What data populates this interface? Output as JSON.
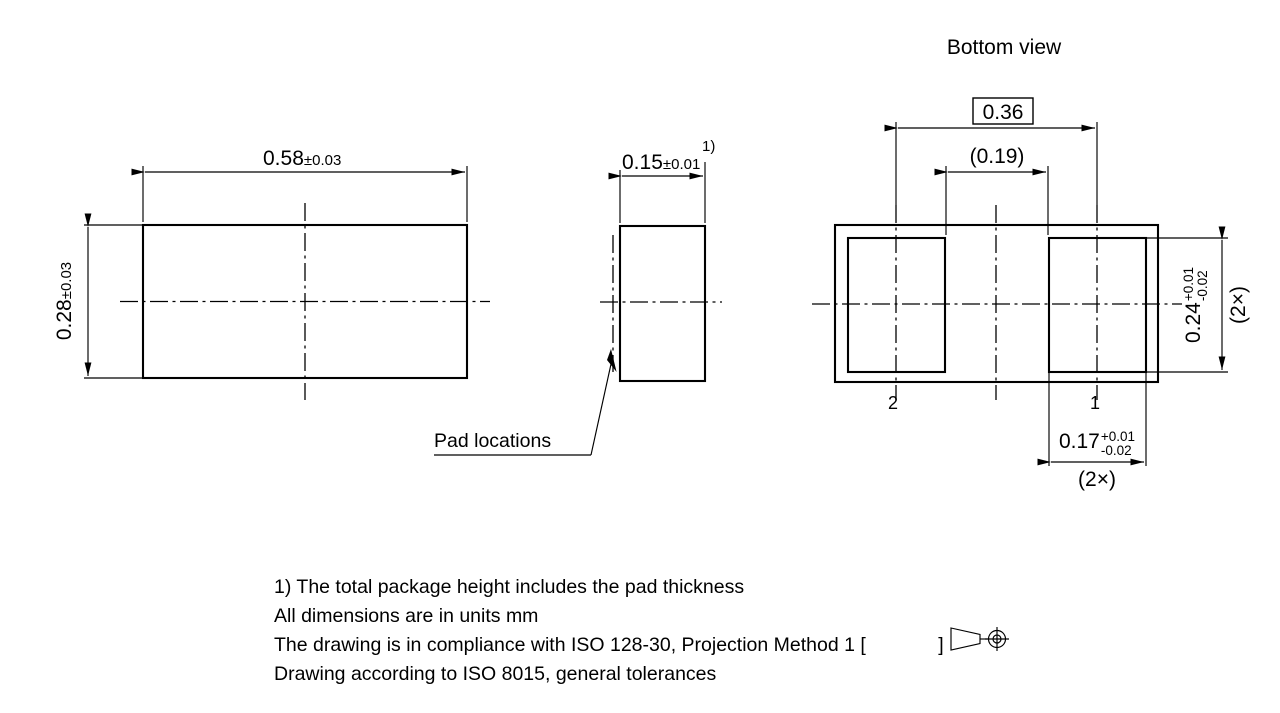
{
  "drawing": {
    "title_bottom_view": "Bottom view",
    "labels": {
      "pad_locations": "Pad locations",
      "pin_2": "2",
      "pin_1": "1"
    },
    "dimensions": {
      "front_width": {
        "value": "0.58",
        "tol": "±0.03"
      },
      "front_height": {
        "value": "0.28",
        "tol": "±0.03"
      },
      "side_width": {
        "value": "0.15",
        "tol": "±0.01",
        "footnote": "1)"
      },
      "pad_pitch": {
        "value": "0.36",
        "boxed": true
      },
      "pad_gap": {
        "value": "(0.19)"
      },
      "pad_height": {
        "value": "0.24",
        "tol_up": "+0.01",
        "tol_dn": "-0.02",
        "qty": "(2×)"
      },
      "pad_width": {
        "value": "0.17",
        "tol_up": "+0.01",
        "tol_dn": "-0.02",
        "qty": "(2×)"
      }
    },
    "notes": [
      "1) The total package height includes the pad thickness",
      "All dimensions are in units mm",
      "The drawing is in compliance with ISO 128-30, Projection Method 1 [",
      "Drawing according to ISO 8015, general tolerances"
    ],
    "note_line3_tail": "]",
    "colors": {
      "line": "#000000",
      "background": "#ffffff"
    }
  }
}
